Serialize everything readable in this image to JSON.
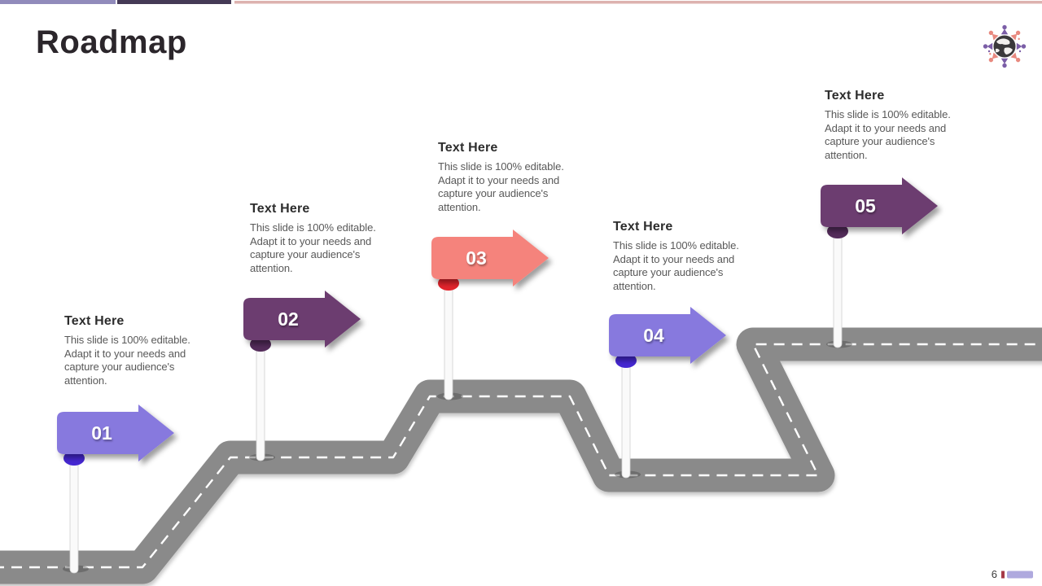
{
  "slide": {
    "title": "Roadmap",
    "page_number": "6"
  },
  "decor": {
    "bar1_color": "#918BBB",
    "bar2_color": "#453A56",
    "bar3_color": "#DDB2AF",
    "footer_square_color": "#A63A47",
    "footer_bar_color": "#AFA9DE"
  },
  "logo": {
    "globe_color": "#3A393B",
    "person_purple": "#7B5EA7",
    "person_salmon": "#E8897F"
  },
  "road": {
    "color": "#8A8A8A",
    "centerline_color": "#FFFFFF",
    "pole_color": "#FAFAFA"
  },
  "milestones": [
    {
      "number": "01",
      "heading": "Text Here",
      "body": "This slide is 100% editable. Adapt it to your needs and capture your audience's attention.",
      "color": "#8779DE",
      "fold_color": "#4527D2"
    },
    {
      "number": "02",
      "heading": "Text Here",
      "body": "This slide is 100% editable. Adapt it to your needs and capture your audience's attention.",
      "color": "#6C3C70",
      "fold_color": "#542C5B"
    },
    {
      "number": "03",
      "heading": "Text Here",
      "body": "This slide is 100% editable. Adapt it to your needs and capture your audience's attention.",
      "color": "#F5837B",
      "fold_color": "#E2242C"
    },
    {
      "number": "04",
      "heading": "Text Here",
      "body": "This slide is 100% editable. Adapt it to your needs and capture your audience's attention.",
      "color": "#8779DE",
      "fold_color": "#4527D2"
    },
    {
      "number": "05",
      "heading": "Text Here",
      "body": "This slide is 100% editable. Adapt it to your needs and capture your audience's attention.",
      "color": "#6C3C70",
      "fold_color": "#542C5B"
    }
  ]
}
